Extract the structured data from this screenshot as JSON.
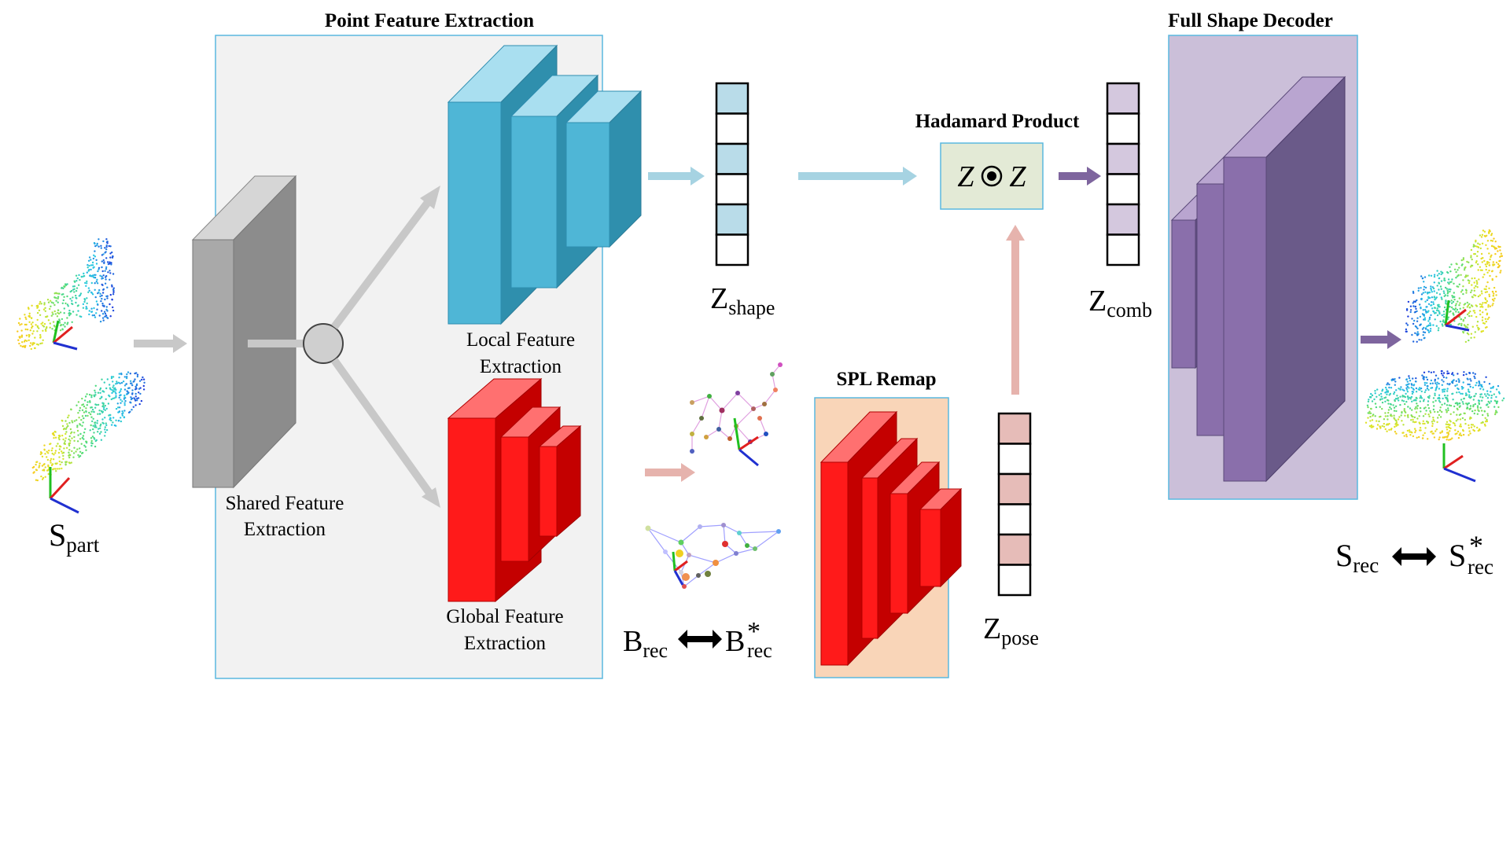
{
  "sections": {
    "point_feature_extraction": "Point Feature Extraction",
    "full_shape_decoder": "Full Shape Decoder",
    "hadamard_product": "Hadamard Product",
    "spl_remap": "SPL Remap"
  },
  "blocks": {
    "shared_feature_l1": "Shared Feature",
    "shared_feature_l2": "Extraction",
    "local_feature_l1": "Local Feature",
    "local_feature_l2": "Extraction",
    "global_feature_l1": "Global Feature",
    "global_feature_l2": "Extraction"
  },
  "hadamard_formula": {
    "left": "Z",
    "op": "⊙",
    "right": "Z"
  },
  "symbols": {
    "s_part": {
      "base": "S",
      "sub": "part"
    },
    "z_shape": {
      "base": "Z",
      "sub": "shape"
    },
    "z_comb": {
      "base": "Z",
      "sub": "comb"
    },
    "z_pose": {
      "base": "Z",
      "sub": "pose"
    },
    "b_rec": {
      "base": "B",
      "sub": "rec"
    },
    "b_rec_star": {
      "base": "B",
      "sub": "rec",
      "sup": "*"
    },
    "s_rec": {
      "base": "S",
      "sub": "rec"
    },
    "s_rec_star": {
      "base": "S",
      "sub": "rec",
      "sup": "*"
    }
  },
  "colors": {
    "shared_block": "#a9a9a9",
    "local_block": "#4fb6d6",
    "global_block": "#ff1a1a",
    "decoder_block": "#8a6fab",
    "pfe_panel": "#f2f2f2",
    "panel_border": "#5ab8df",
    "decoder_panel": "#cbbfd9",
    "spl_panel": "#f9d5b8",
    "hadamard_box": "#e3ead6",
    "arrow_gray": "#c8c8c8",
    "arrow_blue": "#a6d3e2",
    "arrow_pink": "#e6b3ad",
    "arrow_purple": "#7e659e",
    "vec_shape_fill": "#b9dce9",
    "vec_comb_fill": "#d4c8de",
    "vec_pose_fill": "#e6bcb8"
  },
  "vectors": {
    "z_shape_cells": [
      1,
      0,
      1,
      0,
      1,
      0
    ],
    "z_comb_cells": [
      1,
      0,
      1,
      0,
      1,
      0
    ],
    "z_pose_cells": [
      1,
      0,
      1,
      0,
      1,
      0
    ]
  },
  "icons": [
    "point-cloud-cat-icon",
    "point-cloud-tapir-icon",
    "skeleton-graph-icon",
    "axes-triad-icon",
    "bidirectional-arrow-icon"
  ]
}
